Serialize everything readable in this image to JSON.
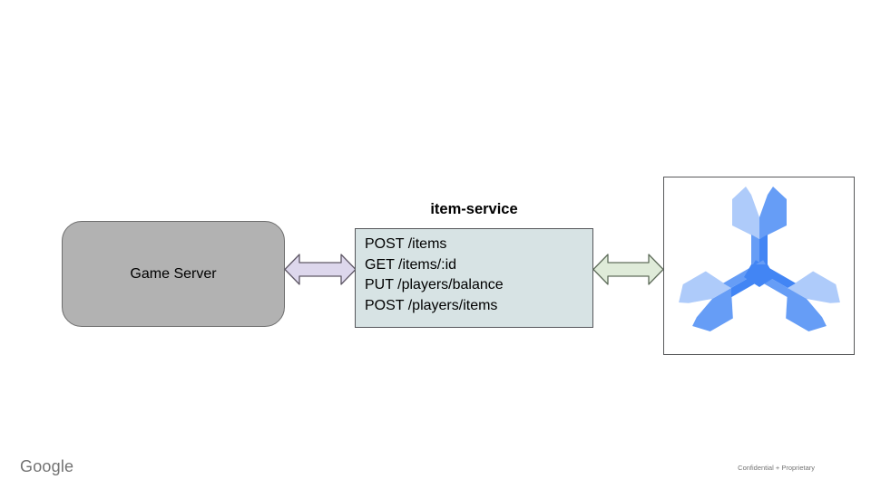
{
  "slide": {
    "nodes": {
      "game_server": {
        "label": "Game Server"
      },
      "item_service": {
        "title": "item-service",
        "endpoints": [
          "POST /items",
          "GET /items/:id",
          "PUT /players/balance",
          "POST /players/items"
        ]
      },
      "database": {
        "logo": "cloud-spanner-logo"
      }
    },
    "connectors": {
      "left_arrow": {
        "type": "bidirectional",
        "fill": "#ddd7ec",
        "stroke": "#5f5866"
      },
      "right_arrow": {
        "type": "bidirectional",
        "fill": "#dfebd9",
        "stroke": "#606e5c"
      }
    },
    "colors": {
      "game_server_fill": "#b2b2b2",
      "game_server_border": "#6e6e6e",
      "item_service_fill": "#d7e3e4",
      "item_service_border": "#55565a",
      "db_box_border": "#58595b",
      "spanner_light": "#aecbfa",
      "spanner_medium": "#669df6",
      "spanner_dark": "#4285f4"
    },
    "footer": {
      "brand": "Google",
      "classification": "Confidential + Proprietary"
    }
  }
}
